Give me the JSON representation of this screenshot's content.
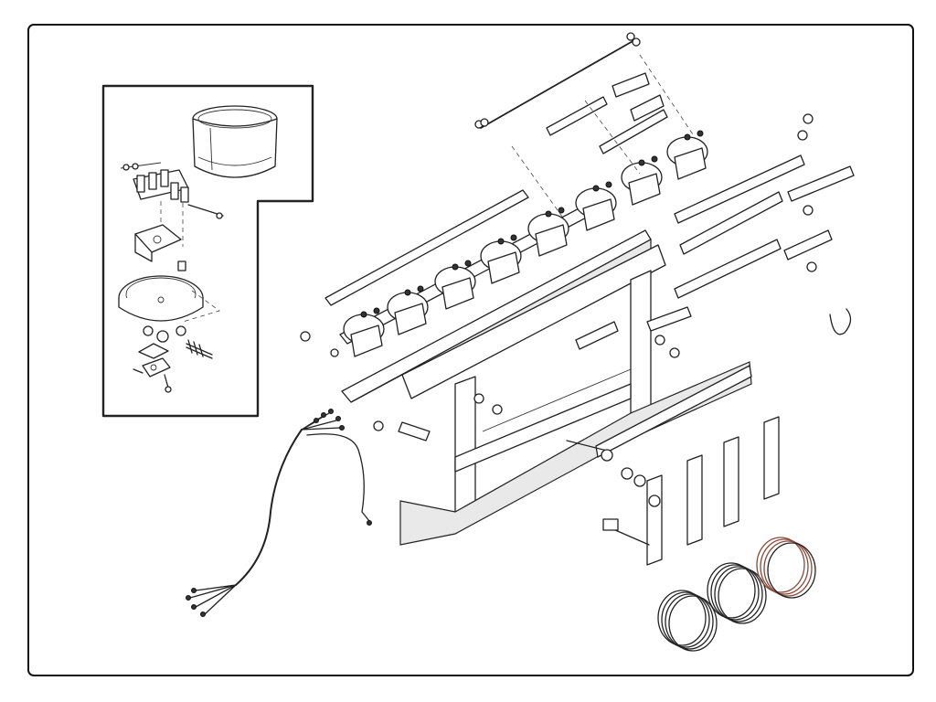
{
  "diagram": {
    "kind": "exploded parts line drawing (electrical components on a mounting board)",
    "line_color": "#222222",
    "background_color": "#ffffff",
    "solenoid_count": 8,
    "resistor_coil_count": 3,
    "inset_components": [
      "clear-dome-cover",
      "terminal-block",
      "bracket",
      "base-plate",
      "fuse-holder"
    ]
  }
}
